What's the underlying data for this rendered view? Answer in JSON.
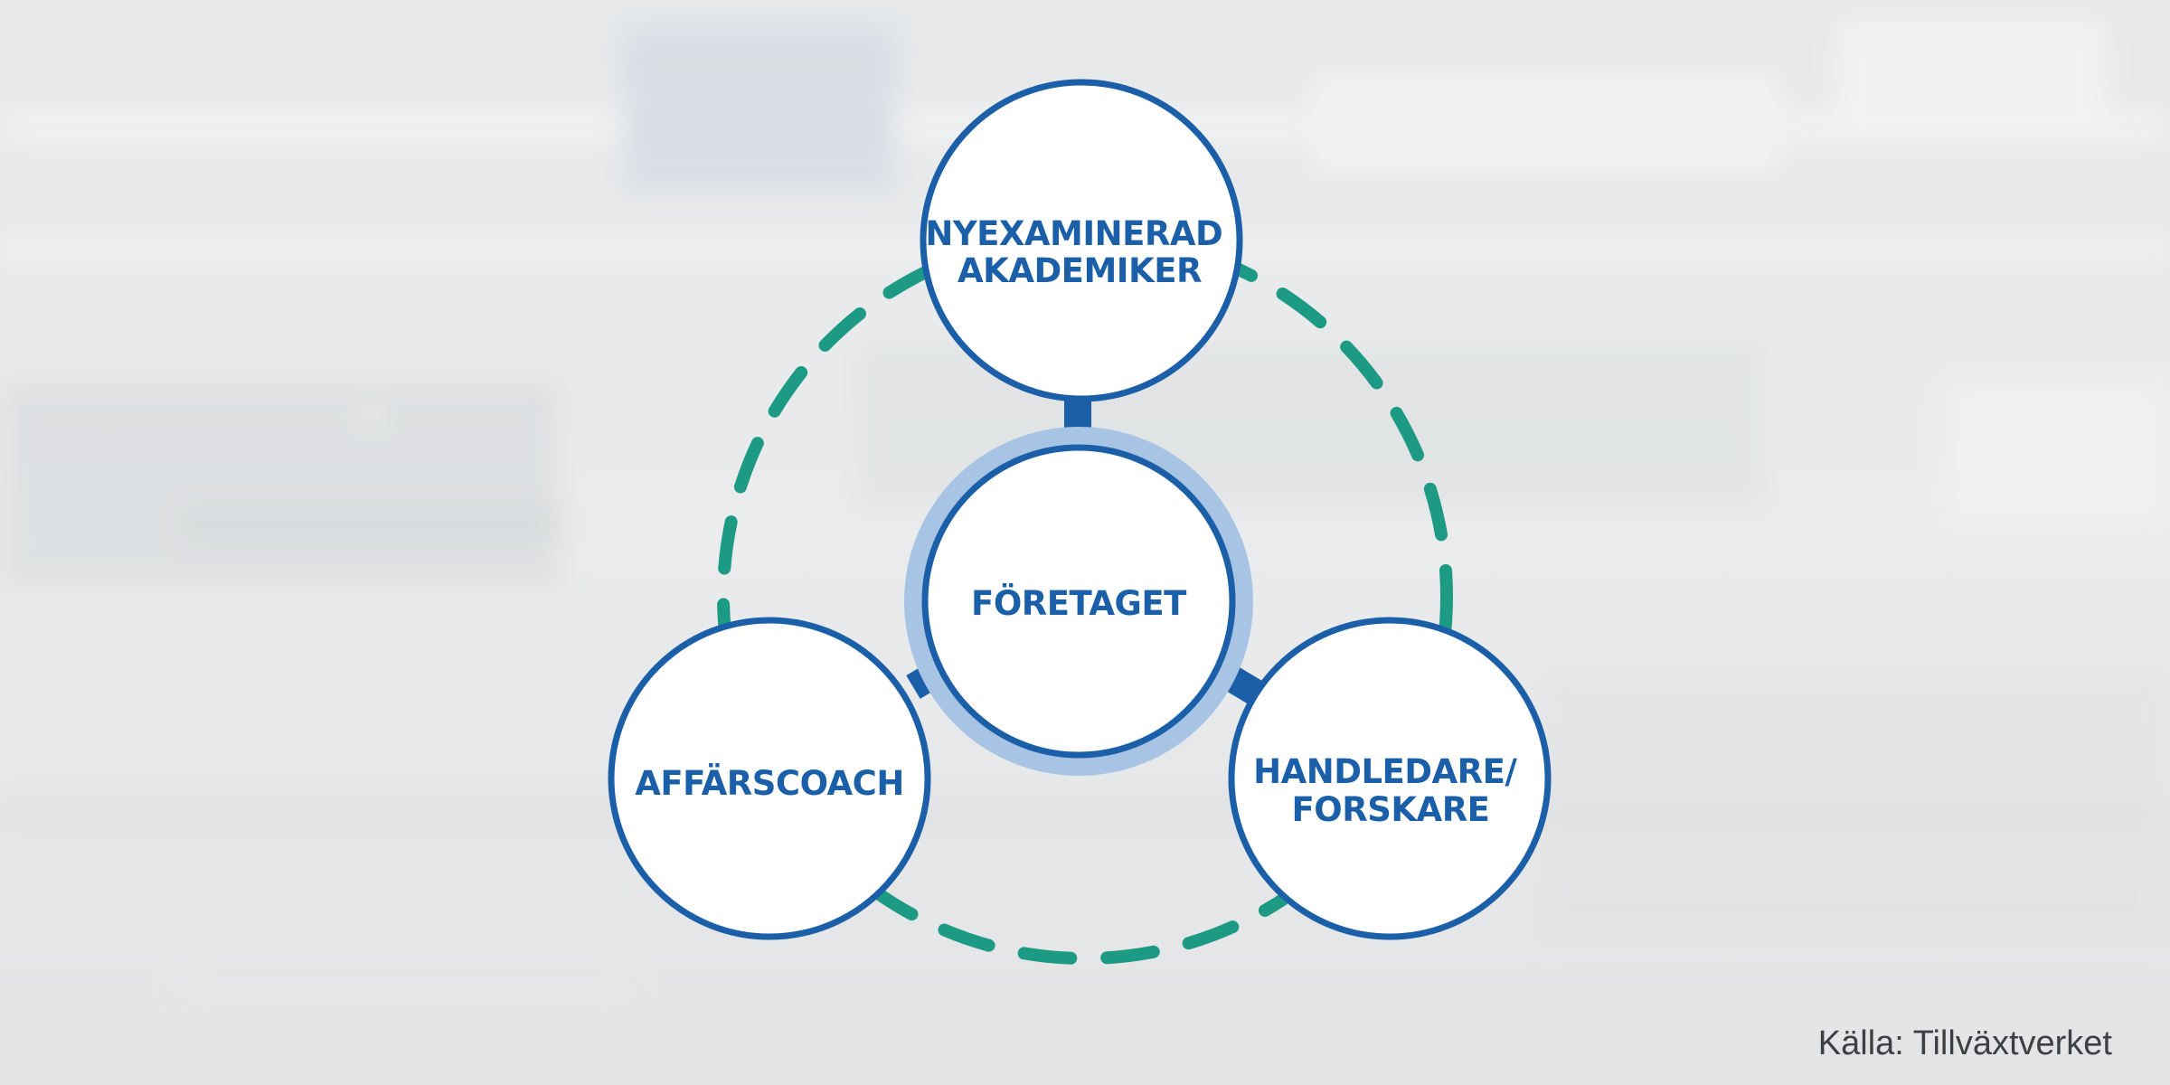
{
  "diagram": {
    "nodes": [
      {
        "id": "top",
        "lines": [
          "NYEXAMINERAD",
          "AKADEMIKER"
        ]
      },
      {
        "id": "center",
        "lines": [
          "FÖRETAGET"
        ]
      },
      {
        "id": "left",
        "lines": [
          "AFFÄRSCOACH"
        ]
      },
      {
        "id": "right",
        "lines": [
          "HANDLEDARE/",
          "FORSKARE"
        ]
      }
    ],
    "colors": {
      "circle_stroke": "#1a5fa8",
      "circle_fill": "#ffffff",
      "halo": "#a8c4e4",
      "dashed_ring": "#1c9a84",
      "label": "#1a5fa8"
    }
  },
  "source": {
    "caption": "Källa: Tillväxtverket"
  }
}
